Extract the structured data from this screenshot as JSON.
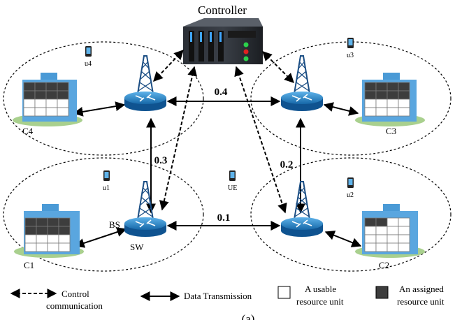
{
  "controller": {
    "label": "Controller"
  },
  "cells": [
    {
      "id": "c4",
      "server_label": "C4",
      "user_label": "u4",
      "grid": [
        [
          1,
          1,
          1,
          1
        ],
        [
          1,
          1,
          1,
          1
        ],
        [
          0,
          0,
          0,
          0
        ],
        [
          0,
          0,
          0,
          0
        ]
      ]
    },
    {
      "id": "c3",
      "server_label": "C3",
      "user_label": "u3",
      "grid": [
        [
          1,
          1,
          1,
          1
        ],
        [
          1,
          1,
          1,
          1
        ],
        [
          0,
          0,
          0,
          0
        ],
        [
          0,
          0,
          0,
          0
        ]
      ]
    },
    {
      "id": "c1",
      "server_label": "C1",
      "user_label": "u1",
      "grid": [
        [
          1,
          1,
          1,
          1
        ],
        [
          1,
          1,
          1,
          1
        ],
        [
          0,
          0,
          0,
          0
        ],
        [
          0,
          0,
          0,
          0
        ]
      ]
    },
    {
      "id": "c2",
      "server_label": "C2",
      "user_label": "u2",
      "grid": [
        [
          1,
          1,
          0,
          0
        ],
        [
          0,
          0,
          0,
          0
        ],
        [
          0,
          0,
          0,
          0
        ],
        [
          0,
          0,
          0,
          0
        ]
      ]
    }
  ],
  "link_weights": {
    "top": "0.4",
    "left": "0.3",
    "right": "0.2",
    "bottom": "0.1"
  },
  "ue_label": "UE",
  "bs_label": "BS",
  "sw_label": "SW",
  "legend": {
    "control_line1": "Control",
    "control_line2": "communication",
    "data": "Data Transmission",
    "usable_line1": "A usable",
    "usable_line2": "resource unit",
    "assigned_line1": "An assigned",
    "assigned_line2": "resource unit"
  },
  "caption": "(a)",
  "colors": {
    "assigned": "#3d3d3d",
    "usable": "#ffffff",
    "router": "#1f82c8",
    "server": "#4a9ad6",
    "ground": "#a9d08e"
  }
}
